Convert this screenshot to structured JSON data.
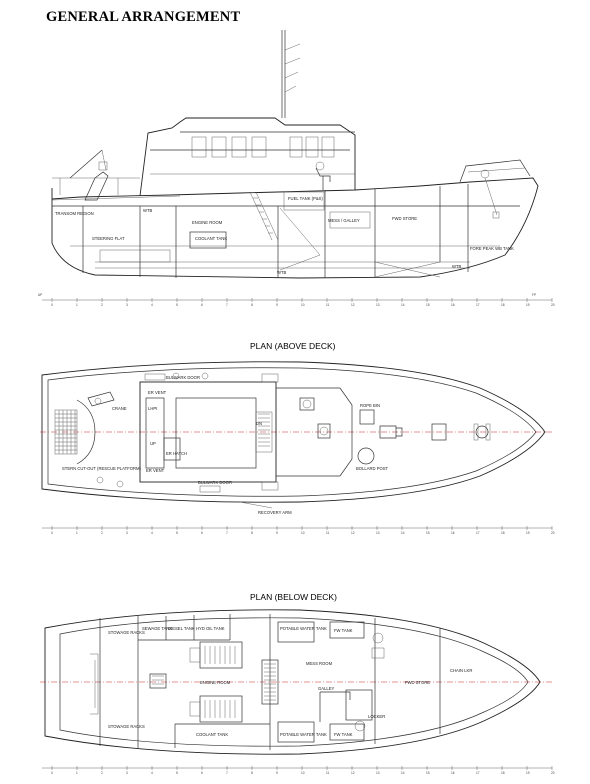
{
  "title": "GENERAL ARRANGEMENT",
  "elevation": {
    "labels": {
      "transom": "TRANSOM REGION",
      "steering": "STEERING FLAT",
      "wtb1": "WTB",
      "engine": "ENGINE ROOM",
      "coolant": "COOLANT TANK",
      "fuel": "FUEL TANK (P&S)",
      "mess": "MESS / GALLEY",
      "fwdstore": "FWD STORE",
      "forepeak": "FORE PEAK WB TANK",
      "wtb2": "WTB",
      "wtb3": "WTB"
    },
    "scale": {
      "ap": "AP",
      "fp": "FP"
    }
  },
  "plan_above": {
    "title": "PLAN (ABOVE DECK)",
    "labels": {
      "bulwark_top": "BULWARK DOOR",
      "crane": "CRANE",
      "lhpi": "LHPI",
      "er_vent_top": "ER VENT",
      "rope_bin": "ROPE BIN",
      "dn": "DN",
      "up": "UP",
      "er_hatch": "ER HATCH",
      "er_vent_bot": "ER VENT",
      "bitts": "BOLLARD POST",
      "stern": "STERN CUT-OUT (RESCUE PLATFORM)",
      "bulwark_bot": "BULWARK DOOR",
      "recovery": "RECOVERY ARM"
    }
  },
  "plan_below": {
    "title": "PLAN (BELOW DECK)",
    "labels": {
      "stowage_top": "STOWAGE RACKS",
      "sewage": "SEWAGE TANK",
      "diesel": "DIESEL TANK",
      "hydoil": "HYD OIL TANK",
      "potable_top": "POTABLE WATER TANK",
      "fw_top": "FW TANK",
      "mess": "MESS ROOM",
      "engine": "ENGINE ROOM",
      "galley": "GALLEY",
      "fwdstore": "FWD STORE",
      "chain": "CHAIN LKR",
      "locker": "LOCKER",
      "stowage_bot": "STOWAGE RACKS",
      "coolant": "COOLANT TANK",
      "potable_bot": "POTABLE WATER TANK",
      "fw_bot": "FW TANK"
    }
  },
  "colors": {
    "lines": "#333333",
    "centerline": "#cc2222"
  }
}
